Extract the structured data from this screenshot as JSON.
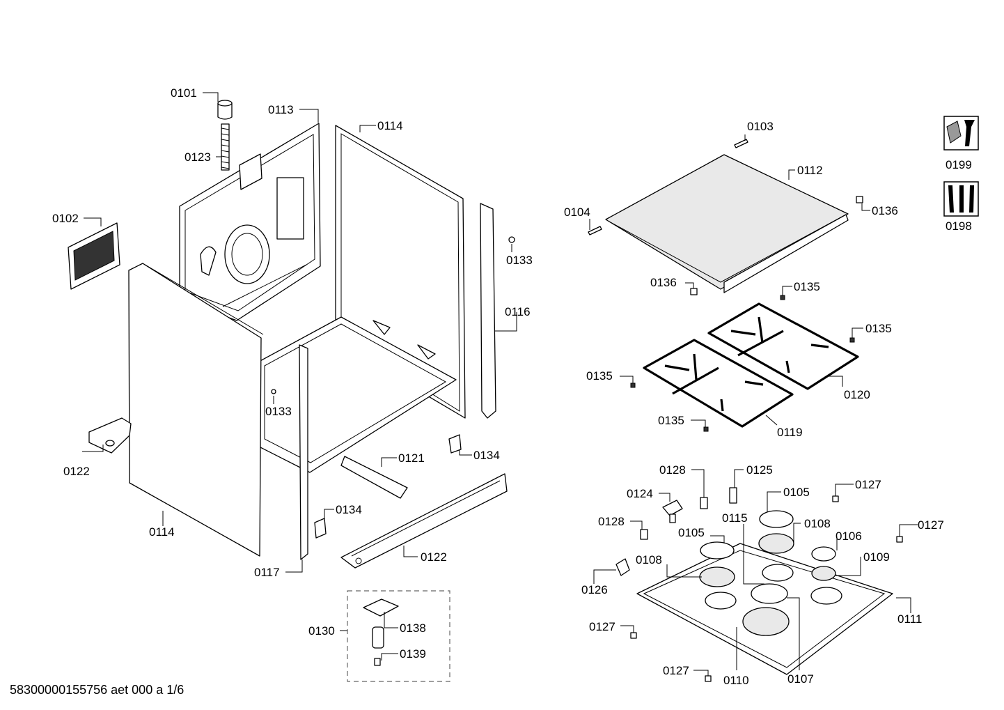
{
  "labels": {
    "p0101": "0101",
    "p0113": "0113",
    "p0123": "0123",
    "p0114a": "0114",
    "p0102": "0102",
    "p0133a": "0133",
    "p0116": "0116",
    "p0133b": "0133",
    "p0122a": "0122",
    "p0114b": "0114",
    "p0121": "0121",
    "p0134a": "0134",
    "p0134b": "0134",
    "p0122b": "0122",
    "p0117": "0117",
    "p0130": "0130",
    "p0138": "0138",
    "p0139": "0139",
    "p0103": "0103",
    "p0112": "0112",
    "p0104": "0104",
    "p0136a": "0136",
    "p0136b": "0136",
    "p0135a": "0135",
    "p0135b": "0135",
    "p0135c": "0135",
    "p0120": "0120",
    "p0135d": "0135",
    "p0119": "0119",
    "p0128a": "0128",
    "p0125": "0125",
    "p0124": "0124",
    "p0105a": "0105",
    "p0127a": "0127",
    "p0128b": "0128",
    "p0115": "0115",
    "p0108a": "0108",
    "p0127b": "0127",
    "p0105b": "0105",
    "p0106": "0106",
    "p0108b": "0108",
    "p0109": "0109",
    "p0126": "0126",
    "p0111": "0111",
    "p0127c": "0127",
    "p0127d": "0127",
    "p0110": "0110",
    "p0107": "0107",
    "p0199": "0199",
    "p0198": "0198"
  },
  "footer": "58300000155756 aet 000 a 1/6",
  "icons": [
    "wrench-nut-icon",
    "tools-icon"
  ]
}
